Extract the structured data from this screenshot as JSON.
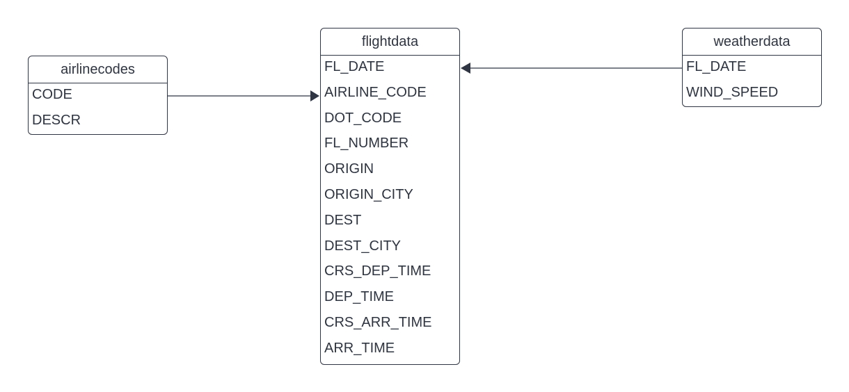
{
  "entities": {
    "airlinecodes": {
      "title": "airlinecodes",
      "fields": [
        "CODE",
        "DESCR"
      ]
    },
    "flightdata": {
      "title": "flightdata",
      "fields": [
        "FL_DATE",
        "AIRLINE_CODE",
        "DOT_CODE",
        "FL_NUMBER",
        "ORIGIN",
        "ORIGIN_CITY",
        "DEST",
        "DEST_CITY",
        "CRS_DEP_TIME",
        "DEP_TIME",
        "CRS_ARR_TIME",
        "ARR_TIME"
      ]
    },
    "weatherdata": {
      "title": "weatherdata",
      "fields": [
        "FL_DATE",
        "WIND_SPEED"
      ]
    }
  },
  "relations": [
    {
      "from": "airlinecodes.CODE",
      "to": "flightdata.AIRLINE_CODE"
    },
    {
      "from": "weatherdata.FL_DATE",
      "to": "flightdata.FL_DATE"
    }
  ],
  "colors": {
    "line": "#2f3542",
    "text": "#2e3440",
    "background": "#ffffff"
  }
}
